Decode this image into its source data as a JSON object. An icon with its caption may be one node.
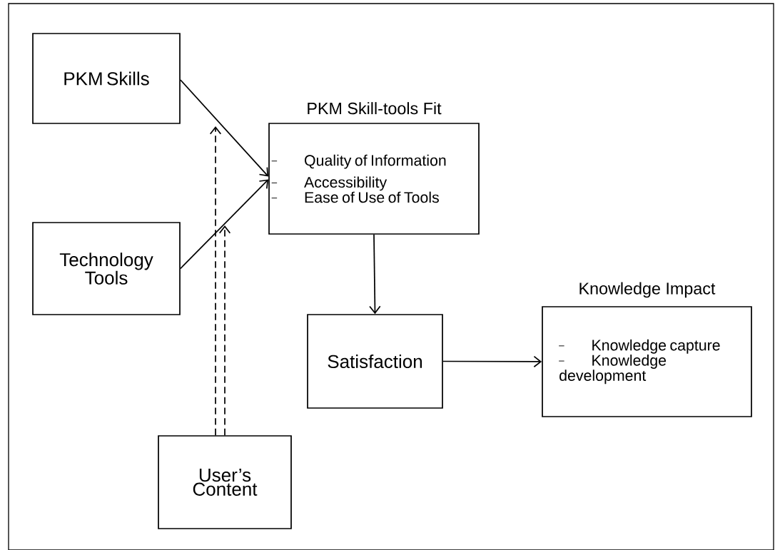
{
  "diagram": {
    "nodes": [
      {
        "text": [
          "PKM Skills"
        ]
      },
      {
        "text": [
          "Technology Tools"
        ]
      },
      {
        "text": [
          "PKM Skill-tools Fit",
          "Quality of Information",
          "Accessibility",
          "Ease of Use of Tools"
        ]
      },
      {
        "text": [
          "Satisfaction"
        ]
      },
      {
        "text": [
          "Knowledge Impact",
          "Knowledge capture",
          "Knowledge development"
        ]
      },
      {
        "text": [
          "User’s Content"
        ]
      }
    ],
    "edges": [
      {
        "from": 0,
        "to": 2,
        "arrow": "to"
      },
      {
        "from": 1,
        "to": 2,
        "arrow": "to"
      },
      {
        "from": 2,
        "to": 3,
        "arrow": "to"
      },
      {
        "from": 3,
        "to": 4,
        "arrow": "to"
      },
      {
        "from": 5,
        "to": null,
        "arrow": "to",
        "style": "dashed"
      },
      {
        "from": 5,
        "to": null,
        "arrow": "to",
        "style": "dashed"
      }
    ]
  }
}
